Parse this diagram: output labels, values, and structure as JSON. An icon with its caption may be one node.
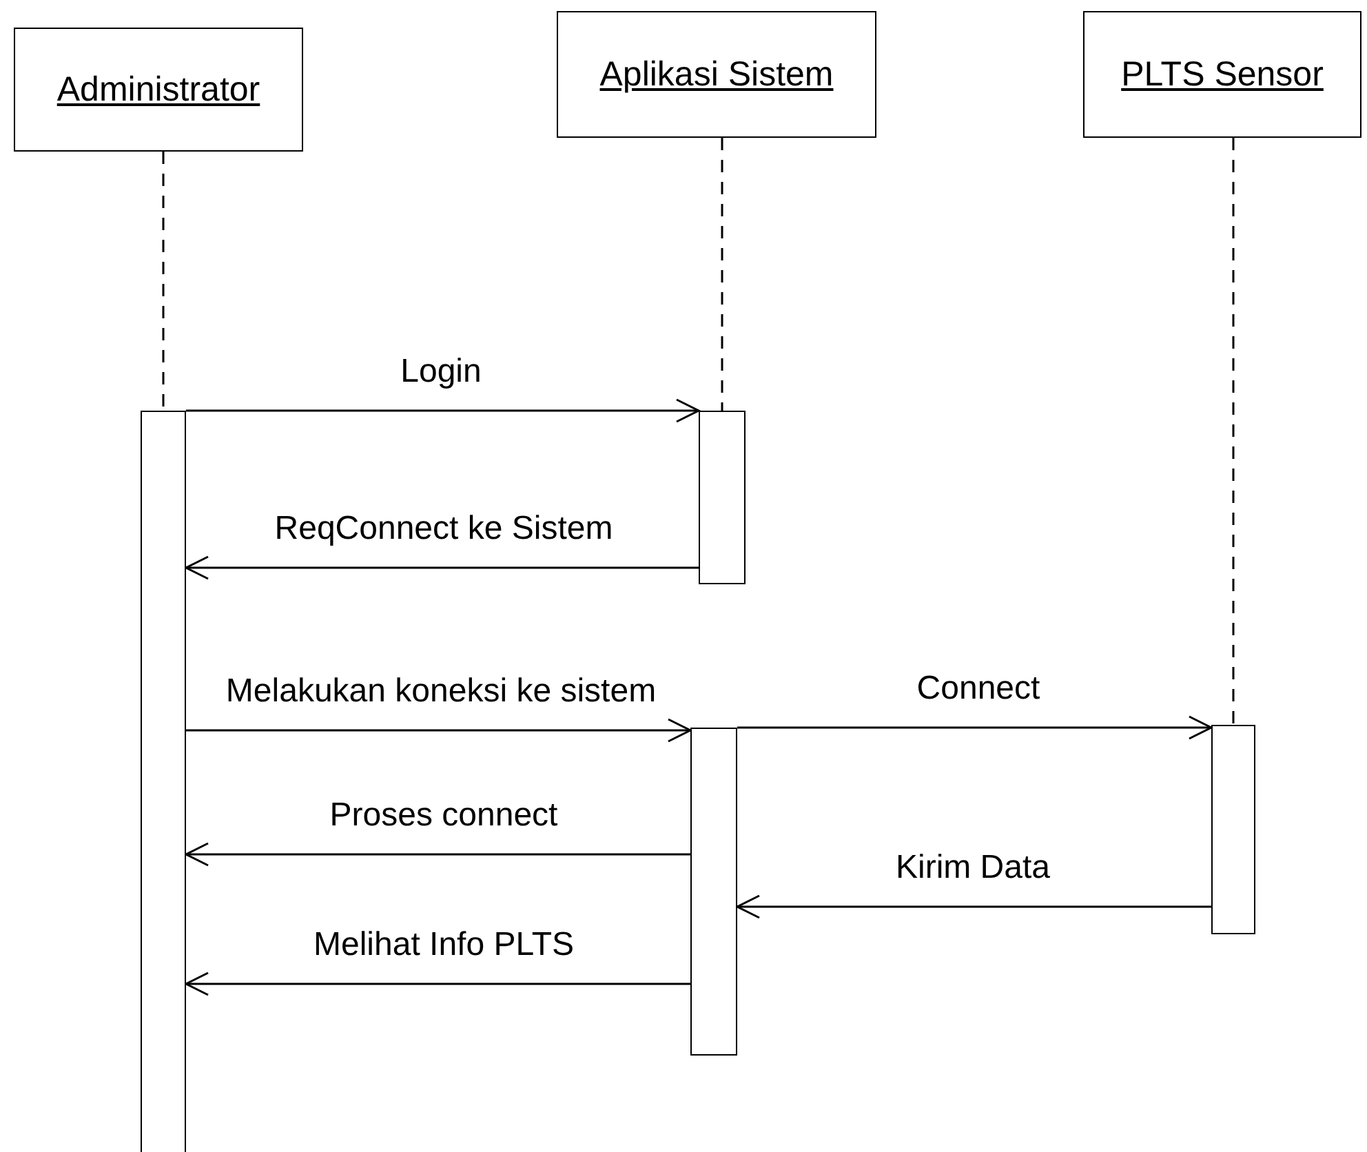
{
  "diagram": {
    "nodes": [
      {
        "text": [
          "Administrator"
        ]
      },
      {
        "text": [
          "Aplikasi Sistem"
        ]
      },
      {
        "text": [
          "PLTS Sensor"
        ]
      },
      {
        "text": [],
        "shape": "bar"
      },
      {
        "text": [],
        "shape": "bar"
      },
      {
        "text": [],
        "shape": "bar"
      },
      {
        "text": [],
        "shape": "bar"
      }
    ],
    "edges": [
      {
        "from": 3,
        "to": 4,
        "arrow": "to",
        "label": "Login"
      },
      {
        "from": 4,
        "to": 3,
        "arrow": "to",
        "label": "ReqConnect ke Sistem"
      },
      {
        "from": 3,
        "to": 5,
        "arrow": "to",
        "label": "Melakukan koneksi ke sistem"
      },
      {
        "from": 5,
        "to": 6,
        "arrow": "to",
        "label": "Connect"
      },
      {
        "from": 5,
        "to": 3,
        "arrow": "to",
        "label": "Proses connect"
      },
      {
        "from": 6,
        "to": 5,
        "arrow": "to",
        "label": "Kirim Data"
      },
      {
        "from": 5,
        "to": 3,
        "arrow": "to",
        "label": "Melihat Info PLTS"
      },
      {
        "from": 0,
        "to": 3,
        "arrow": "none",
        "style": "dashed"
      },
      {
        "from": 1,
        "to": 4,
        "arrow": "none",
        "style": "dashed"
      },
      {
        "from": 2,
        "to": 6,
        "arrow": "none",
        "style": "dashed"
      }
    ]
  }
}
